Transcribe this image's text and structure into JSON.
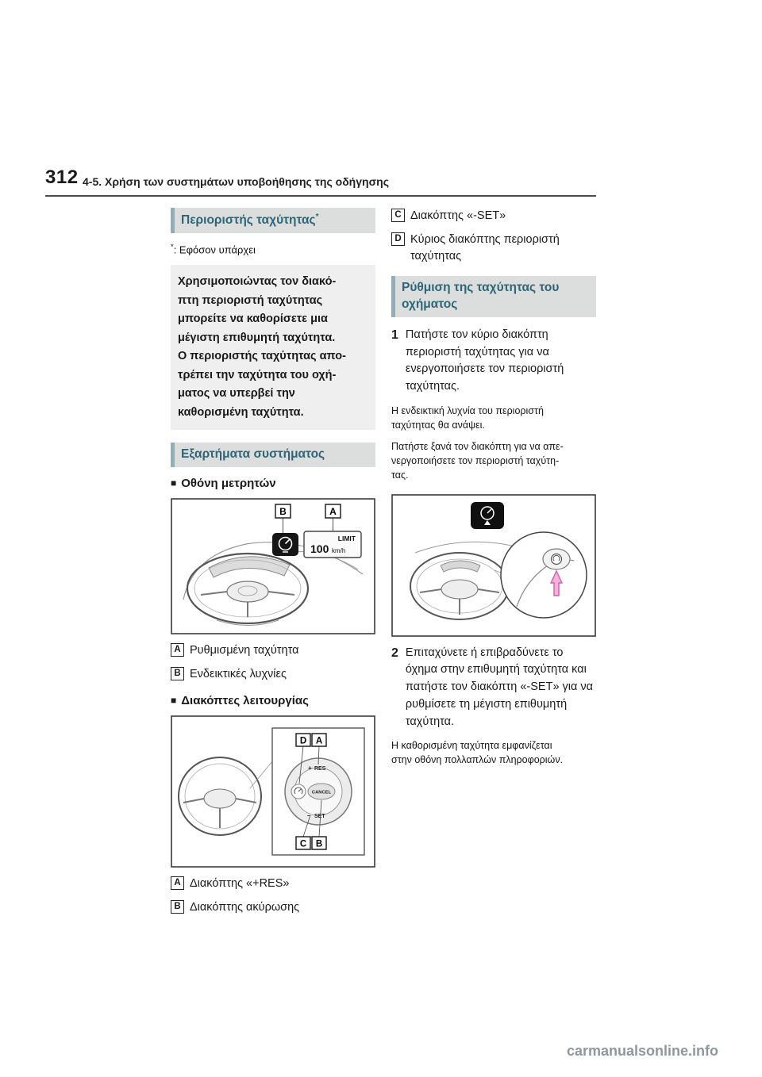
{
  "page": {
    "number": "312",
    "header_title": "4-5. Χρήση των συστημάτων υποβοήθησης της οδήγησης",
    "watermark": "carmanualsonline.info"
  },
  "colors": {
    "section_header_text": "#2e6577",
    "section_header_bg": "#dcdede",
    "arrow_pink": "#f4b2dc"
  },
  "sections": {
    "limiter": {
      "title": "Περιοριστής ταχύτητας",
      "asterisk": "*",
      "footnote_marker": "*",
      "footnote_text": ": Εφόσον υπάρχει",
      "emphasis": "Χρησιμοποιώντας τον διακό-\nπτη περιοριστή ταχύτητας\nμπορείτε να καθορίσετε μια\nμέγιστη επιθυμητή ταχύτητα.\nΟ περιοριστής ταχύτητας απο-\nτρέπει την ταχύτητα του οχή-\nματος να υπερβεί την\nκαθορισμένη ταχύτητα."
    },
    "components": {
      "title": "Εξαρτήματα συστήματος",
      "meter_display_heading": "Οθόνη μετρητών",
      "meter_labels": [
        {
          "key": "A",
          "text": "Ρυθμισμένη ταχύτητα"
        },
        {
          "key": "B",
          "text": "Ενδεικτικές λυχνίες"
        }
      ],
      "switches_heading": "Διακόπτες λειτουργίας",
      "switch_labels": [
        {
          "key": "A",
          "text": "Διακόπτης «+RES»"
        },
        {
          "key": "B",
          "text": "Διακόπτης ακύρωσης"
        },
        {
          "key": "C",
          "text": "Διακόπτης «-SET»"
        },
        {
          "key": "D",
          "text": "Κύριος διακόπτης περιοριστή ταχύτητας"
        }
      ]
    },
    "setting": {
      "title": "Ρύθμιση της ταχύτητας του οχήματος",
      "step1_num": "1",
      "step1_text": "Πατήστε τον κύριο διακόπτη περιοριστή ταχύτητας για να ενεργοποιήσετε τον περιοριστή ταχύτητας.",
      "step1_note1": "Η ενδεικτική λυχνία του περιοριστή\nταχύτητας θα ανάψει.",
      "step1_note2": "Πατήστε ξανά τον διακόπτη για να απε-\nνεργοποιήσετε τον περιοριστή ταχύτη-\nτας.",
      "step2_num": "2",
      "step2_text": "Επιταχύνετε ή επιβραδύνετε το όχημα στην επιθυμητή ταχύτητα και πατήστε τον διακόπτη «-SET» για να ρυθμίσετε τη μέγιστη επιθυμητή ταχύτητα.",
      "step2_note": "Η καθορισμένη ταχύτητα εμφανίζεται\nστην οθόνη πολλαπλών πληροφοριών."
    }
  },
  "figures": {
    "meter": {
      "label_a": "A",
      "label_b": "B",
      "limit_text": "LIMIT",
      "limit_value": "100",
      "limit_unit": "km/h"
    },
    "switches": {
      "label_a": "A",
      "label_b": "B",
      "label_c": "C",
      "label_d": "D",
      "plus": "+",
      "minus": "–",
      "res": "RES",
      "cancel": "CANCEL",
      "set": "SET"
    }
  }
}
